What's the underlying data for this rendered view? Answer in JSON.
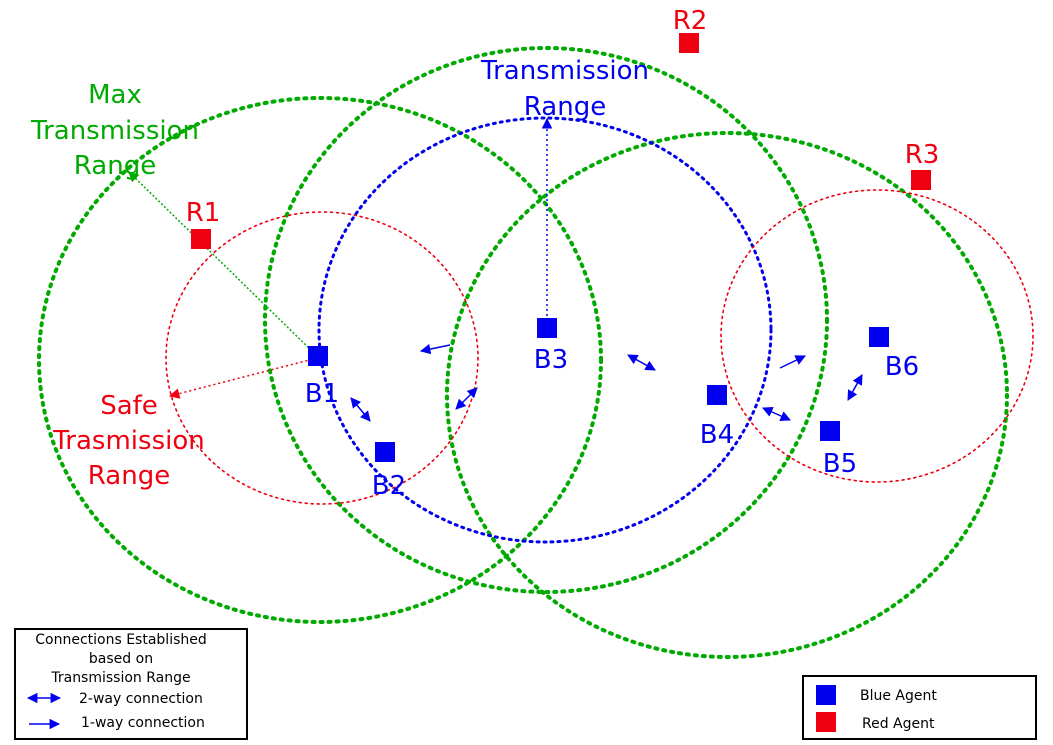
{
  "colors": {
    "blue": "#0000ee",
    "red": "#ee0011",
    "green": "#00aa00",
    "black": "#000000"
  },
  "labels": {
    "max_range": [
      "Max",
      "Transmission",
      "Range"
    ],
    "safe_range": [
      "Safe",
      "Trasmission",
      "Range"
    ],
    "transmission_range": [
      "Transmission",
      "Range"
    ]
  },
  "agents": {
    "red": [
      {
        "id": "r1",
        "label": "R1"
      },
      {
        "id": "r2",
        "label": "R2"
      },
      {
        "id": "r3",
        "label": "R3"
      }
    ],
    "blue": [
      {
        "id": "b1",
        "label": "B1"
      },
      {
        "id": "b2",
        "label": "B2"
      },
      {
        "id": "b3",
        "label": "B3"
      },
      {
        "id": "b4",
        "label": "B4"
      },
      {
        "id": "b5",
        "label": "B5"
      },
      {
        "id": "b6",
        "label": "B6"
      }
    ]
  },
  "connections_legend": {
    "title": [
      "Connections Established",
      "based on",
      "Transmission Range"
    ],
    "two_way": "2-way connection",
    "one_way": "1-way connection"
  },
  "agent_legend": {
    "blue": "Blue Agent",
    "red": "Red Agent"
  }
}
